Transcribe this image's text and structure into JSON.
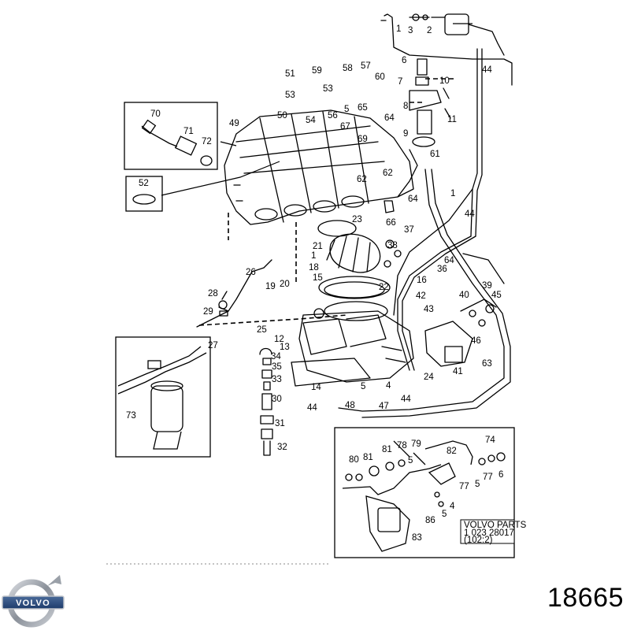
{
  "part_number": "18665",
  "brand": "VOLVO",
  "stamp": {
    "line1": "VOLVO  PARTS",
    "line2": "1  023    28017",
    "line3": "(102:2)"
  },
  "callouts": [
    {
      "id": "c1a",
      "text": "1"
    },
    {
      "id": "c3a",
      "text": "3"
    },
    {
      "id": "c2a",
      "text": "2"
    },
    {
      "id": "c44a",
      "text": "44"
    },
    {
      "id": "c6a",
      "text": "6"
    },
    {
      "id": "c7",
      "text": "7"
    },
    {
      "id": "c10",
      "text": "10"
    },
    {
      "id": "c8",
      "text": "8"
    },
    {
      "id": "c11",
      "text": "11"
    },
    {
      "id": "c9",
      "text": "9"
    },
    {
      "id": "c61",
      "text": "61"
    },
    {
      "id": "c51",
      "text": "51"
    },
    {
      "id": "c59",
      "text": "59"
    },
    {
      "id": "c58",
      "text": "58"
    },
    {
      "id": "c57",
      "text": "57"
    },
    {
      "id": "c60",
      "text": "60"
    },
    {
      "id": "c53a",
      "text": "53"
    },
    {
      "id": "c53b",
      "text": "53"
    },
    {
      "id": "c5a",
      "text": "5"
    },
    {
      "id": "c65",
      "text": "65"
    },
    {
      "id": "c50",
      "text": "50"
    },
    {
      "id": "c54",
      "text": "54"
    },
    {
      "id": "c56",
      "text": "56"
    },
    {
      "id": "c64a",
      "text": "64"
    },
    {
      "id": "c49",
      "text": "49"
    },
    {
      "id": "c67",
      "text": "67"
    },
    {
      "id": "c69",
      "text": "69"
    },
    {
      "id": "c70",
      "text": "70"
    },
    {
      "id": "c71",
      "text": "71"
    },
    {
      "id": "c72",
      "text": "72"
    },
    {
      "id": "c52",
      "text": "52"
    },
    {
      "id": "c62a",
      "text": "62"
    },
    {
      "id": "c62b",
      "text": "62"
    },
    {
      "id": "c64b",
      "text": "64"
    },
    {
      "id": "c1b",
      "text": "1"
    },
    {
      "id": "c44b",
      "text": "44"
    },
    {
      "id": "c66",
      "text": "66"
    },
    {
      "id": "c23",
      "text": "23"
    },
    {
      "id": "c37",
      "text": "37"
    },
    {
      "id": "c38",
      "text": "38"
    },
    {
      "id": "c21",
      "text": "21"
    },
    {
      "id": "c1c",
      "text": "1"
    },
    {
      "id": "c18",
      "text": "18"
    },
    {
      "id": "c64c",
      "text": "64"
    },
    {
      "id": "c36",
      "text": "36"
    },
    {
      "id": "c26",
      "text": "26"
    },
    {
      "id": "c15",
      "text": "15"
    },
    {
      "id": "c16",
      "text": "16"
    },
    {
      "id": "c19",
      "text": "19"
    },
    {
      "id": "c20",
      "text": "20"
    },
    {
      "id": "c22",
      "text": "22"
    },
    {
      "id": "c28",
      "text": "28"
    },
    {
      "id": "c42",
      "text": "42"
    },
    {
      "id": "c40",
      "text": "40"
    },
    {
      "id": "c39",
      "text": "39"
    },
    {
      "id": "c45",
      "text": "45"
    },
    {
      "id": "c29",
      "text": "29"
    },
    {
      "id": "c43",
      "text": "43"
    },
    {
      "id": "c25",
      "text": "25"
    },
    {
      "id": "c12",
      "text": "12"
    },
    {
      "id": "c46",
      "text": "46"
    },
    {
      "id": "c13",
      "text": "13"
    },
    {
      "id": "c27",
      "text": "27"
    },
    {
      "id": "c34",
      "text": "34"
    },
    {
      "id": "c35",
      "text": "35"
    },
    {
      "id": "c41",
      "text": "41"
    },
    {
      "id": "c63",
      "text": "63"
    },
    {
      "id": "c24",
      "text": "24"
    },
    {
      "id": "c33",
      "text": "33"
    },
    {
      "id": "c14",
      "text": "14"
    },
    {
      "id": "c5b",
      "text": "5"
    },
    {
      "id": "c4a",
      "text": "4"
    },
    {
      "id": "c30",
      "text": "30"
    },
    {
      "id": "c44c",
      "text": "44"
    },
    {
      "id": "c48",
      "text": "48"
    },
    {
      "id": "c47",
      "text": "47"
    },
    {
      "id": "c44d",
      "text": "44"
    },
    {
      "id": "c73",
      "text": "73"
    },
    {
      "id": "c31",
      "text": "31"
    },
    {
      "id": "c32",
      "text": "32"
    },
    {
      "id": "c74",
      "text": "74"
    },
    {
      "id": "c78",
      "text": "78"
    },
    {
      "id": "c79",
      "text": "79"
    },
    {
      "id": "c81a",
      "text": "81"
    },
    {
      "id": "c80",
      "text": "80"
    },
    {
      "id": "c81b",
      "text": "81"
    },
    {
      "id": "c5c",
      "text": "5"
    },
    {
      "id": "c82",
      "text": "82"
    },
    {
      "id": "c6b",
      "text": "6"
    },
    {
      "id": "c77a",
      "text": "77"
    },
    {
      "id": "c5d",
      "text": "5"
    },
    {
      "id": "c77b",
      "text": "77"
    },
    {
      "id": "c4b",
      "text": "4"
    },
    {
      "id": "c5e",
      "text": "5"
    },
    {
      "id": "c86",
      "text": "86"
    },
    {
      "id": "c83",
      "text": "83"
    }
  ]
}
